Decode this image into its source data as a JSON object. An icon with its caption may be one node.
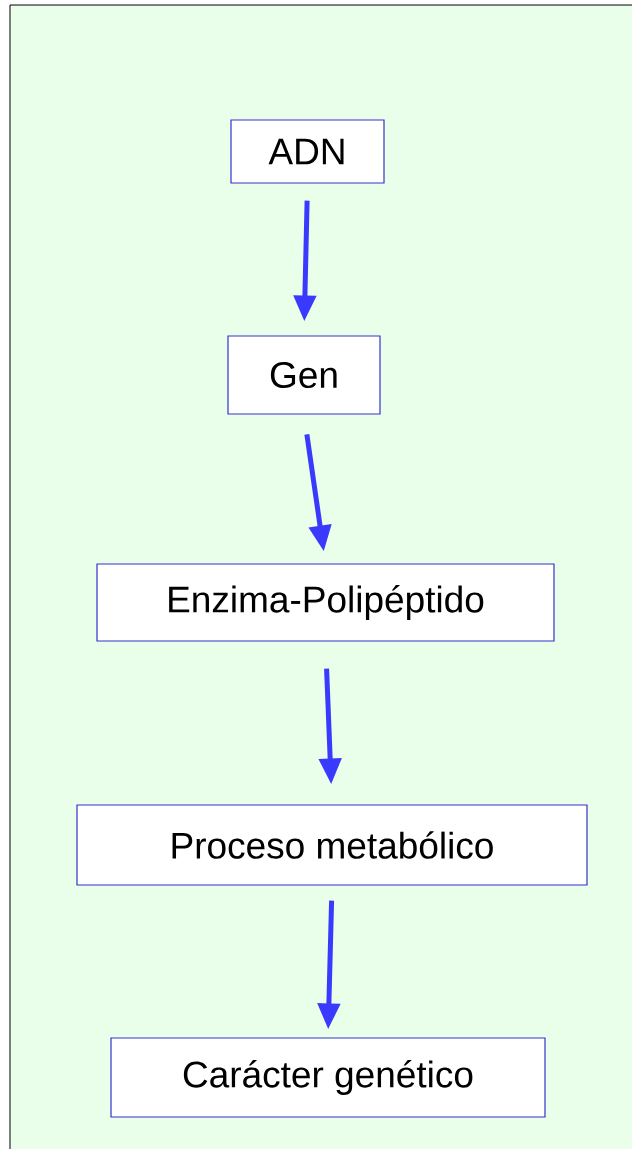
{
  "diagram": {
    "nodes": [
      {
        "text": [
          "ADN"
        ]
      },
      {
        "text": [
          "Gen"
        ]
      },
      {
        "text": [
          "Enzima-Polipéptido"
        ]
      },
      {
        "text": [
          "Proceso metabólico"
        ]
      },
      {
        "text": [
          "Carácter genético"
        ]
      }
    ],
    "edges": [
      {
        "from": 0,
        "to": 1,
        "arrow": "to"
      },
      {
        "from": 1,
        "to": 2,
        "arrow": "to"
      },
      {
        "from": 2,
        "to": 3,
        "arrow": "to"
      },
      {
        "from": 3,
        "to": 4,
        "arrow": "to"
      }
    ]
  }
}
